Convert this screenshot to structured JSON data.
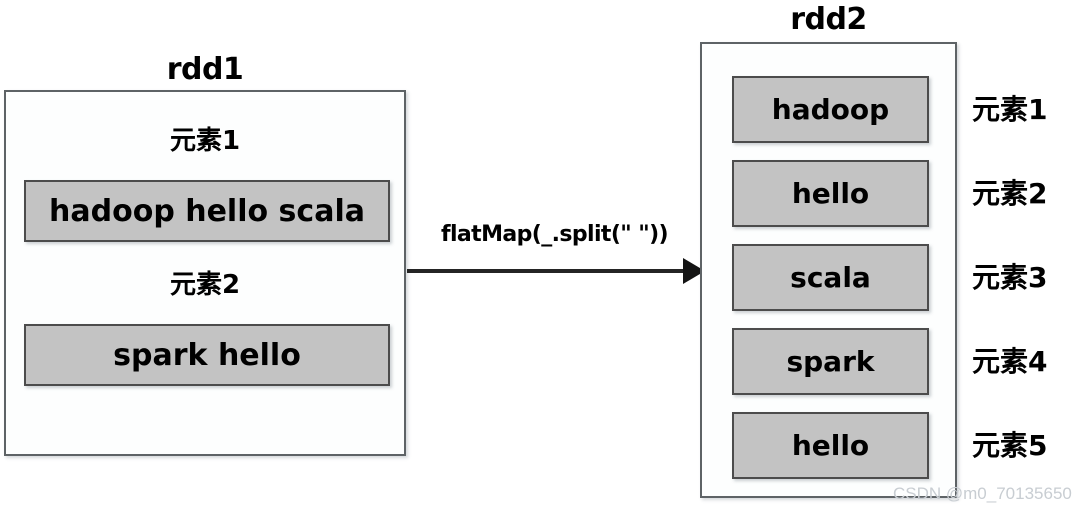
{
  "diagram": {
    "type": "spark-rdd-transformation",
    "watermark": "CSDN @m0_70135650",
    "source": {
      "title": "rdd1",
      "element_captions": [
        "元素1",
        "元素2"
      ],
      "cells": [
        "hadoop hello scala",
        "spark hello"
      ]
    },
    "transformation": {
      "label": "flatMap(_.split(\" \"))",
      "direction": "left-to-right"
    },
    "result": {
      "title": "rdd2",
      "cells": [
        "hadoop",
        "hello",
        "scala",
        "spark",
        "hello"
      ],
      "side_labels": [
        "元素1",
        "元素2",
        "元素3",
        "元素4",
        "元素5"
      ]
    },
    "colors": {
      "cell_fill": "#c3c3c3",
      "cell_border": "#4c4c4c",
      "container_border": "#5e6366",
      "arrow": "#242424",
      "text": "#000000",
      "watermark": "#c8cdd2",
      "background": "#ffffff"
    }
  }
}
